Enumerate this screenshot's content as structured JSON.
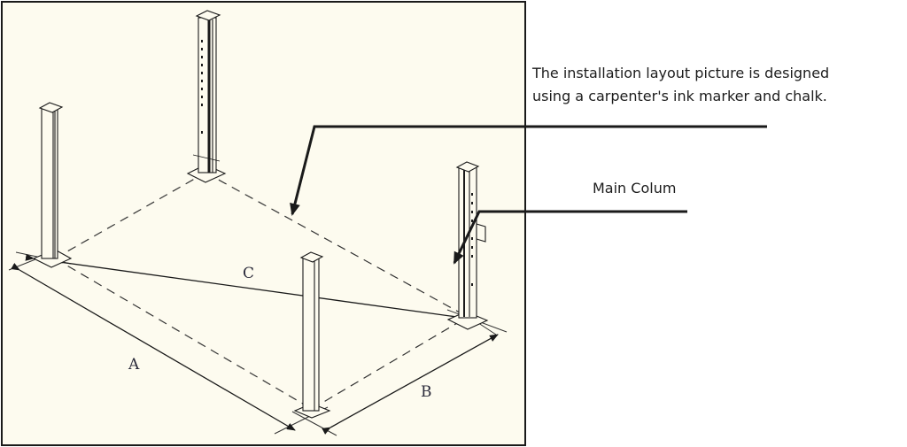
{
  "annotations": {
    "layout_note_line1": "The installation layout picture is designed",
    "layout_note_line2": "using a carpenter's ink marker and chalk.",
    "main_column_label": "Main Colum"
  },
  "dimensions": {
    "a": "A",
    "b": "B",
    "c": "C"
  },
  "colors": {
    "paper": "#fdfbef",
    "ink": "#1a1a1a"
  }
}
